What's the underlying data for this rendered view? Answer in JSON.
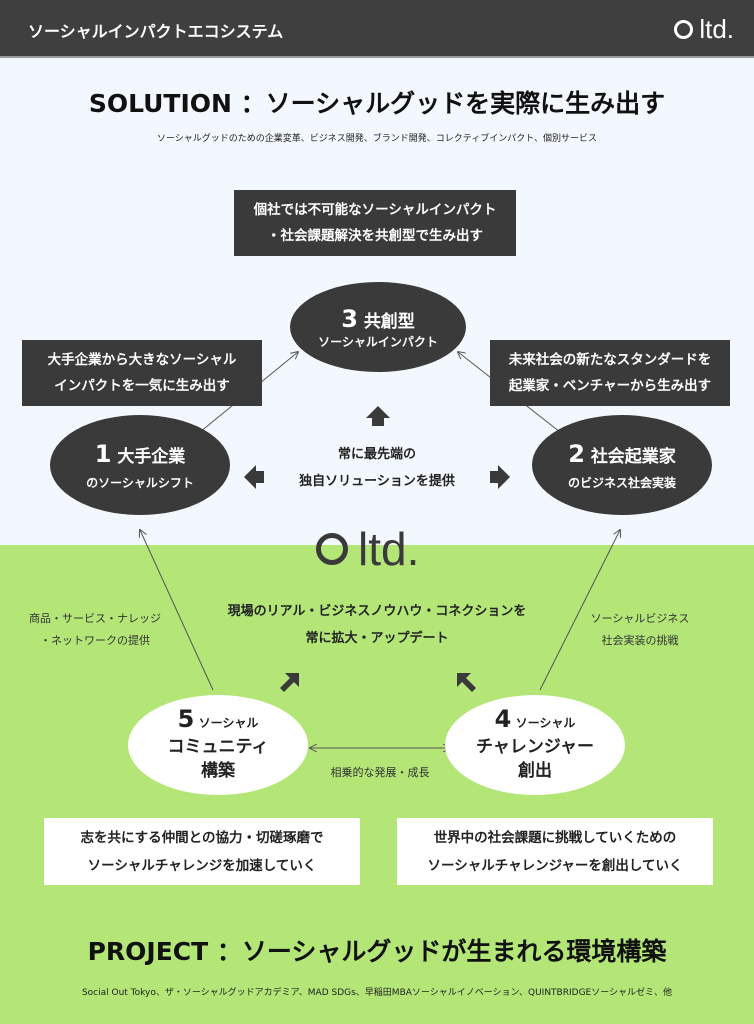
{
  "header": {
    "title": "ソーシャルインパクトエコシステム",
    "logo": "ltd."
  },
  "solution": {
    "title": "SOLUTION ：ソーシャルグッドを実際に生み出す",
    "subtitle": "ソーシャルグッドのための企業変革、ビジネス開発、ブランド開発、コレクティブインパクト、個別サービス"
  },
  "top_box": {
    "line1": "個社では不可能なソーシャルインパクト",
    "line2": "・社会課題解決を共創型で生み出す"
  },
  "left_box": {
    "line1": "大手企業から大きなソーシャル",
    "line2": "インパクトを一気に生み出す"
  },
  "right_box": {
    "line1": "未来社会の新たなスタンダードを",
    "line2": "起業家・ベンチャーから生み出す"
  },
  "node3": {
    "num": "3",
    "title": "共創型",
    "sub": "ソーシャルインパクト"
  },
  "node1": {
    "num": "1",
    "title": "大手企業",
    "sub": "のソーシャルシフト"
  },
  "node2": {
    "num": "2",
    "title": "社会起業家",
    "sub": "のビジネス社会実装"
  },
  "center_text": {
    "line1": "常に最先端の",
    "line2": "独自ソリューションを提供"
  },
  "center_logo": "ltd.",
  "left_note": {
    "line1": "商品・サービス・ナレッジ",
    "line2": "・ネットワークの提供"
  },
  "right_note": {
    "line1": "ソーシャルビジネス",
    "line2": "社会実装の挑戦"
  },
  "mid_text": {
    "line1": "現場のリアル・ビジネスノウハウ・コネクションを",
    "line2": "常に拡大・アップデート"
  },
  "node5": {
    "num": "5",
    "tag": "ソーシャル",
    "line2": "コミュニティ",
    "line3": "構築"
  },
  "node4": {
    "num": "4",
    "tag": "ソーシャル",
    "line2": "チャレンジャー",
    "line3": "創出"
  },
  "synergy": "相乗的な発展・成長",
  "box5": {
    "line1": "志を共にする仲間との協力・切磋琢磨で",
    "line2": "ソーシャルチャレンジを加速していく"
  },
  "box4": {
    "line1": "世界中の社会課題に挑戦していくための",
    "line2": "ソーシャルチャレンジャーを創出していく"
  },
  "project": {
    "title": "PROJECT ：ソーシャルグッドが生まれる環境構築",
    "subtitle": "Social Out Tokyo、ザ・ソーシャルグッドアカデミア、MAD SDGs、早稲田MBAソーシャルイノベーション、QUINTBRIDGEソーシャルゼミ、他"
  },
  "colors": {
    "header": "#3f3f3f",
    "top_bg": "#f3f8fe",
    "green": "#b3e677",
    "dark": "#3a3a3a"
  }
}
